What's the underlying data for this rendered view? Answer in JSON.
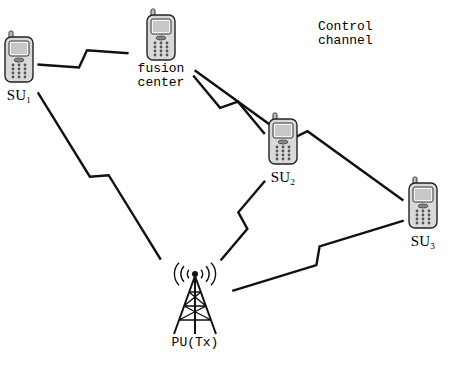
{
  "diagram": {
    "nodes": [
      {
        "text": [
          "SU₁"
        ]
      },
      {
        "text": [
          "fusion center"
        ]
      },
      {
        "text": [
          "SU₂"
        ]
      },
      {
        "text": [
          "SU₃"
        ]
      },
      {
        "text": [
          "PU(Tx)"
        ]
      }
    ],
    "edges": [
      {
        "from": 0,
        "to": 1,
        "arrow": "none"
      },
      {
        "from": 1,
        "to": 2,
        "arrow": "none"
      },
      {
        "from": 1,
        "to": 3,
        "arrow": "none"
      },
      {
        "from": 0,
        "to": 4,
        "arrow": "none"
      },
      {
        "from": 2,
        "to": 4,
        "arrow": "none"
      },
      {
        "from": 3,
        "to": 4,
        "arrow": "none"
      }
    ],
    "labels": [
      "Control channel"
    ]
  }
}
